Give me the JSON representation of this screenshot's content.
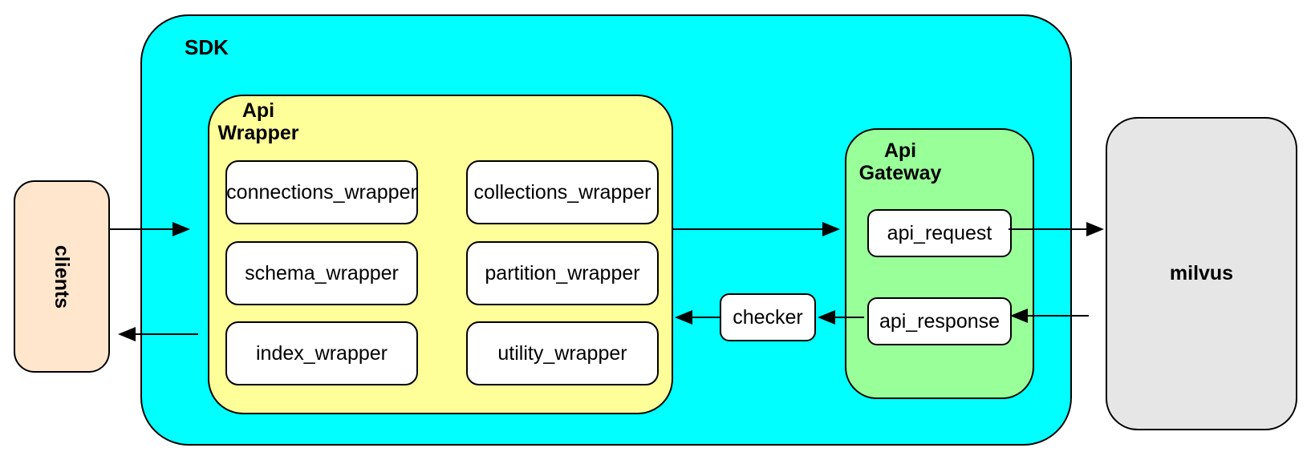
{
  "diagram": {
    "clients": {
      "label": "clients",
      "fill": "#FFE6CC"
    },
    "sdk": {
      "label": "SDK",
      "fill": "#00FFFF"
    },
    "api_wrapper": {
      "label_lines": [
        "Api",
        "Wrapper"
      ],
      "fill": "#FFFF99",
      "module_fill": "#FFFFFF",
      "modules": [
        {
          "label": "connections_wrapper"
        },
        {
          "label": "collections_wrapper"
        },
        {
          "label": "schema_wrapper"
        },
        {
          "label": "partition_wrapper"
        },
        {
          "label": "index_wrapper"
        },
        {
          "label": "utility_wrapper"
        }
      ]
    },
    "checker": {
      "label": "checker",
      "fill": "#FFFFFF"
    },
    "api_gateway": {
      "label_lines": [
        "Api",
        "Gateway"
      ],
      "fill": "#99FF99",
      "request": {
        "label": "api_request",
        "fill": "#FFFFFF"
      },
      "response": {
        "label": "api_response",
        "fill": "#FFFFFF"
      }
    },
    "milvus": {
      "label": "milvus",
      "fill": "#E6E6E6"
    },
    "border_color": "#000000",
    "edge_color": "#000000",
    "edges": [
      {
        "from": "clients",
        "to": "sdk"
      },
      {
        "from": "api_wrapper",
        "to": "api_gateway"
      },
      {
        "from": "api_request",
        "to": "milvus"
      },
      {
        "from": "milvus",
        "to": "api_response"
      },
      {
        "from": "api_response",
        "to": "checker"
      },
      {
        "from": "checker",
        "to": "api_wrapper"
      },
      {
        "from": "api_wrapper",
        "to": "clients"
      }
    ]
  }
}
